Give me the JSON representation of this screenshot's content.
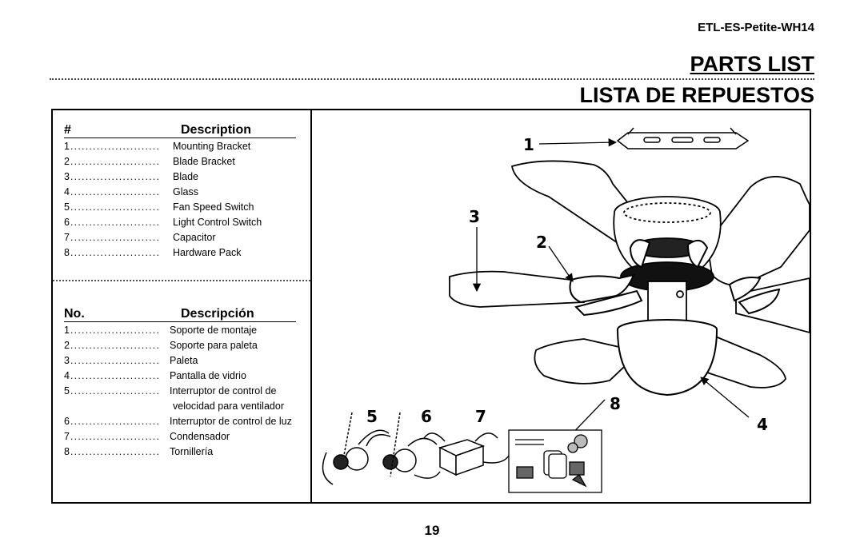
{
  "document_id": "ETL-ES-Petite-WH14",
  "title_en": "PARTS LIST",
  "title_es": "LISTA DE REPUESTOS",
  "english": {
    "num_header": "#",
    "desc_header": "Description",
    "items": [
      {
        "num": "1",
        "text": "Mounting Bracket"
      },
      {
        "num": "2",
        "text": "Blade Bracket"
      },
      {
        "num": "3",
        "text": "Blade"
      },
      {
        "num": "4",
        "text": "Glass"
      },
      {
        "num": "5",
        "text": "Fan Speed Switch"
      },
      {
        "num": "6",
        "text": "Light Control Switch"
      },
      {
        "num": "7",
        "text": "Capacitor"
      },
      {
        "num": "8",
        "text": "Hardware Pack"
      }
    ]
  },
  "spanish": {
    "num_header": "No.",
    "desc_header": "Descripción",
    "items": [
      {
        "num": "1",
        "text": "Soporte de montaje"
      },
      {
        "num": "2",
        "text": "Soporte para paleta"
      },
      {
        "num": "3",
        "text": "Paleta"
      },
      {
        "num": "4",
        "text": "Pantalla de vidrio"
      },
      {
        "num": "5",
        "text": "Interruptor de control de",
        "cont": "velocidad para ventilador"
      },
      {
        "num": "6",
        "text": "Interruptor de control de luz"
      },
      {
        "num": "7",
        "text": "Condensador"
      },
      {
        "num": "8",
        "text": "Tornillería"
      }
    ]
  },
  "callouts": [
    "1",
    "2",
    "3",
    "4",
    "5",
    "6",
    "7",
    "8"
  ],
  "dots": "........................",
  "page_number": "19"
}
